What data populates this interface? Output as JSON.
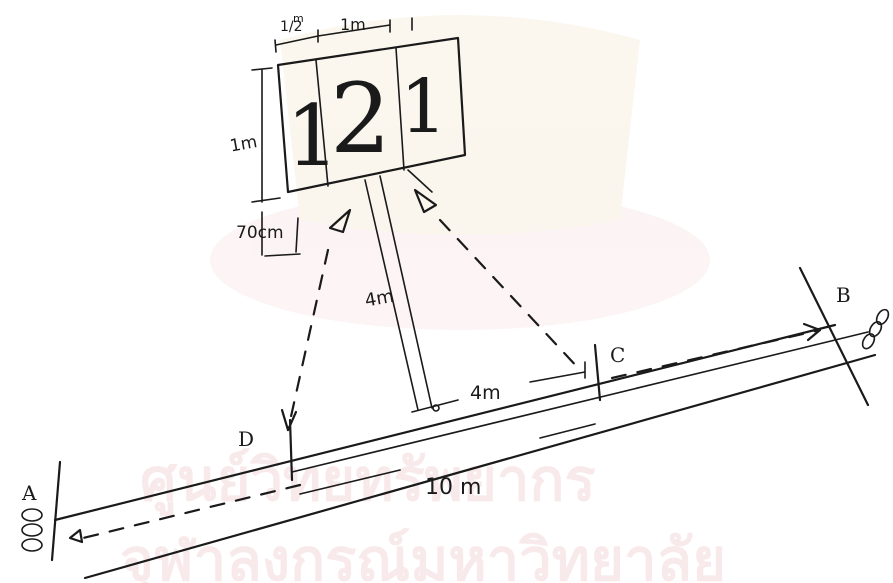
{
  "sign": {
    "digits": [
      "1",
      "2",
      "1"
    ],
    "dim_half": "1/2",
    "dim_half_unit": "m",
    "dim_width": "1m",
    "dim_height": "1m",
    "dim_gap": "70cm"
  },
  "labels": {
    "point_a": "A",
    "point_b": "B",
    "point_c": "C",
    "point_d": "D",
    "dist_4m_vertical": "4m",
    "dist_4m_horizontal": "4m",
    "dist_10m": "10 m"
  },
  "watermark": {
    "line1": "ศูนย์วิทยทรัพยากร",
    "line2": "จุฬาลงกรณ์มหาวิทยาลัย"
  },
  "colors": {
    "ink": "#1a1a1a",
    "watermark": "#f3d9dc"
  }
}
